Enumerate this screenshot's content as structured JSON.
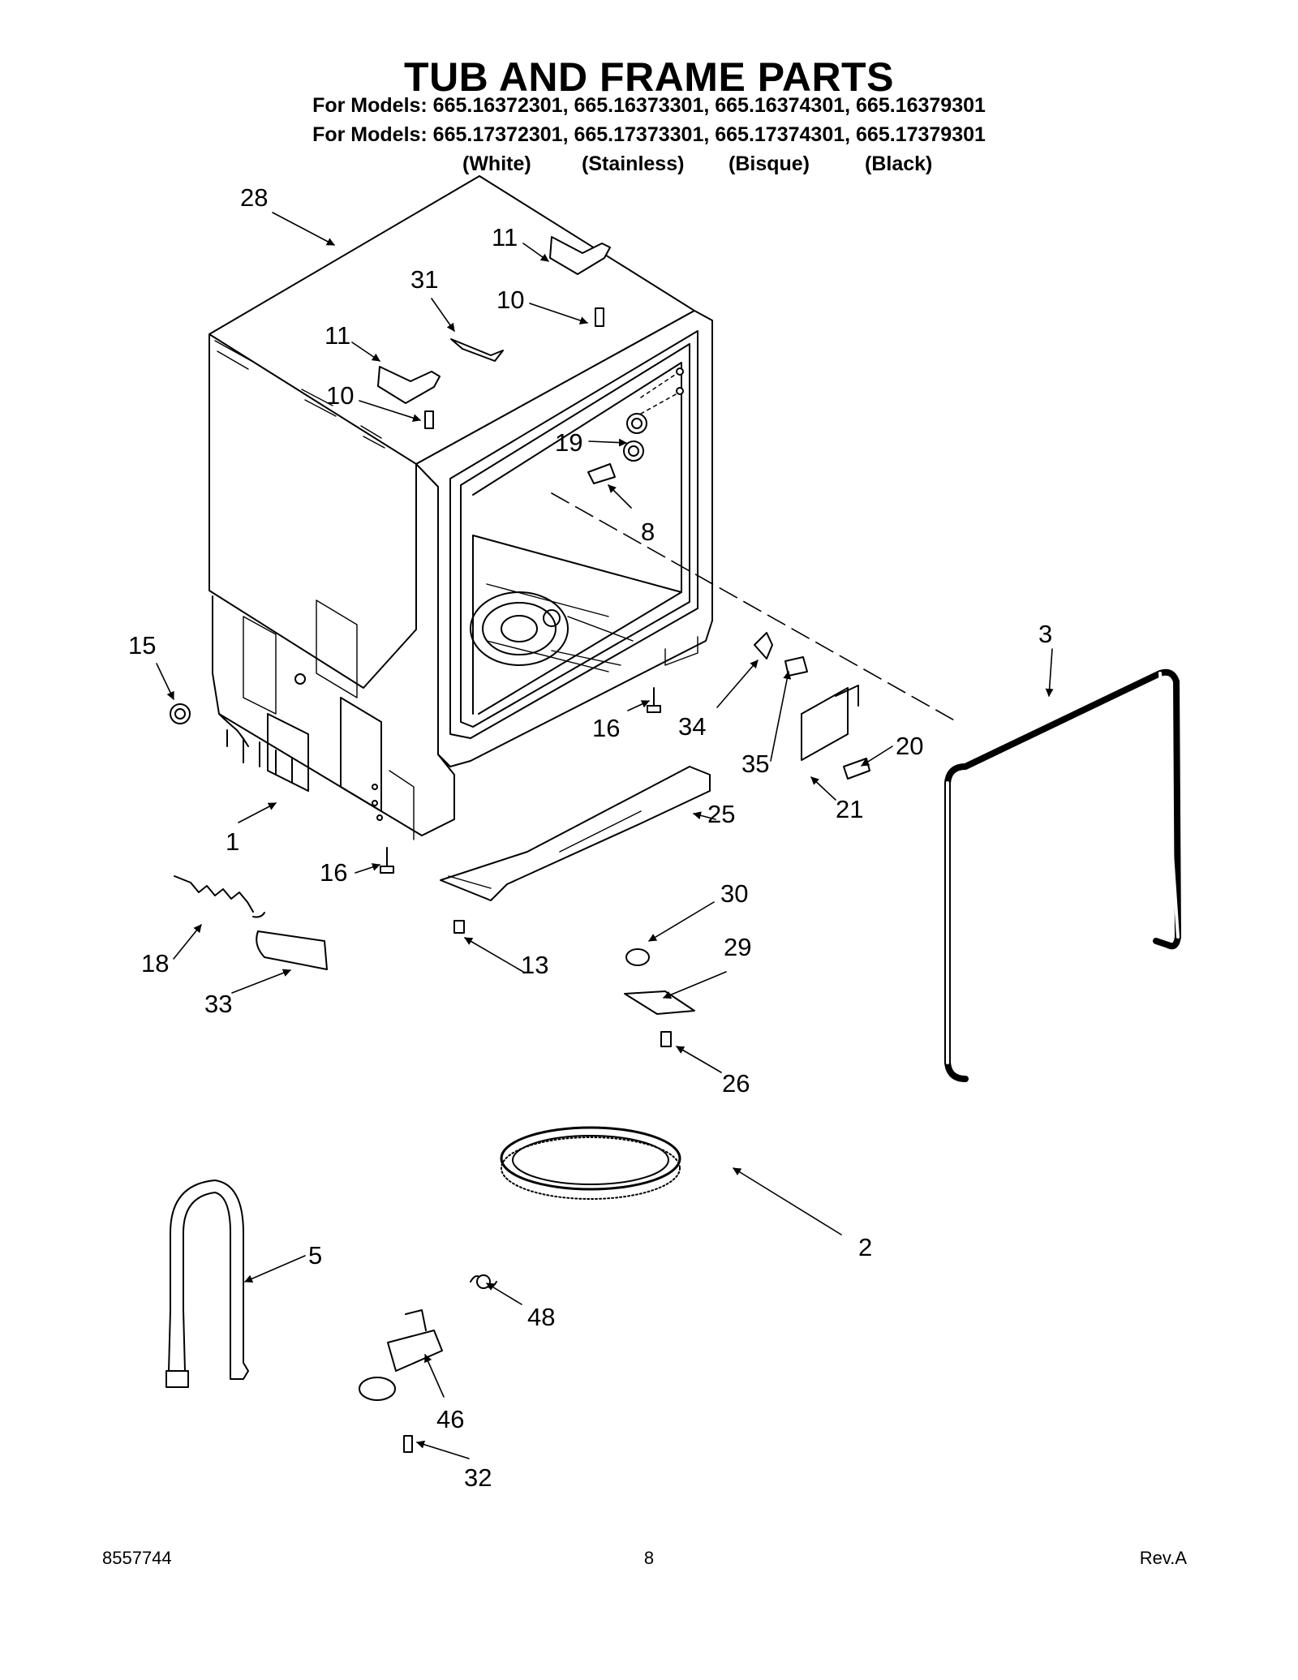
{
  "header": {
    "title": "TUB AND FRAME PARTS",
    "models_line_1": "For Models: 665.16372301, 665.16373301, 665.16374301, 665.16379301",
    "models_line_2": "For Models: 665.17372301, 665.17373301, 665.17374301, 665.17379301",
    "finishes": [
      "(White)",
      "(Stainless)",
      "(Bisque)",
      "(Black)"
    ]
  },
  "callouts": [
    "28",
    "11",
    "31",
    "10",
    "11",
    "10",
    "19",
    "8",
    "15",
    "3",
    "16",
    "34",
    "35",
    "20",
    "21",
    "1",
    "25",
    "16",
    "30",
    "18",
    "29",
    "13",
    "33",
    "26",
    "2",
    "5",
    "48",
    "46",
    "32"
  ],
  "footer": {
    "doc_number": "8557744",
    "page_number": "8",
    "revision": "Rev.A"
  }
}
